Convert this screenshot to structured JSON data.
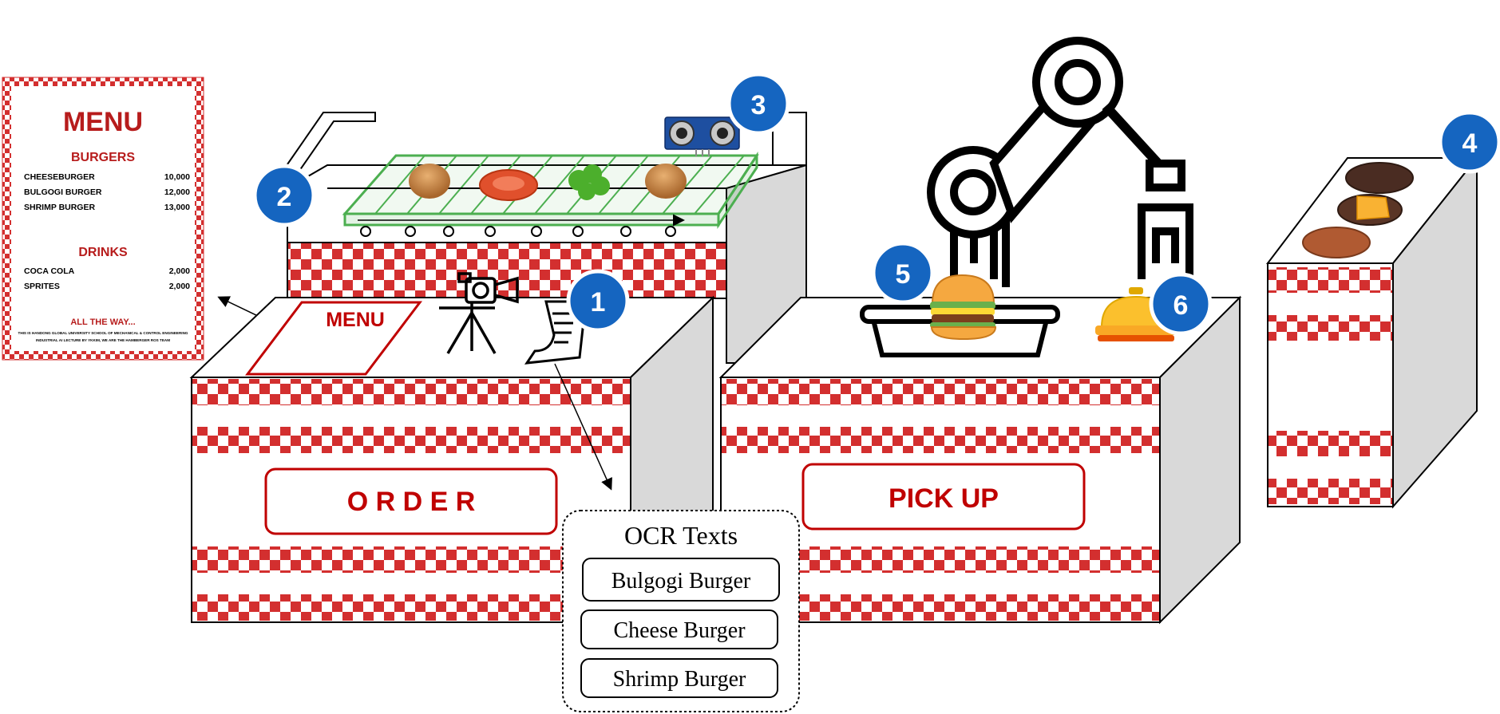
{
  "menu_card": {
    "title": "MENU",
    "burgers_heading": "BURGERS",
    "burgers": [
      {
        "name": "CHEESEBURGER",
        "price": "10,000"
      },
      {
        "name": "BULGOGI  BURGER",
        "price": "12,000"
      },
      {
        "name": "SHRIMP  BURGER",
        "price": "13,000"
      }
    ],
    "drinks_heading": "DRINKS",
    "drinks": [
      {
        "name": "COCA  COLA",
        "price": "2,000"
      },
      {
        "name": "SPRITES",
        "price": "2,000"
      }
    ],
    "footer_heading": "ALL THE WAY...",
    "footer_line1": "THIS IS HANDONG GLOBAL UNIVERSITY SCHOOL OF MECHANICAL & CONTROL ENGINEERING",
    "footer_line2": "INDUSTRIAL AI LECTURE BY YKKIM, WE ARE THE HAMBERGER ROS TEAM"
  },
  "counter_labels": {
    "menu_mat": "MENU",
    "order": "O R D E R",
    "pickup": "PICK UP"
  },
  "ocr_box": {
    "title": "OCR Texts",
    "items": [
      "Bulgogi Burger",
      "Cheese Burger",
      "Shrimp Burger"
    ]
  },
  "badges": [
    "1",
    "2",
    "3",
    "4",
    "5",
    "6"
  ],
  "colors": {
    "badge_fill": "#1565c0",
    "checker_red": "#d32f2f",
    "brand_red": "#c00000",
    "conveyor_green": "#4caf50",
    "box_side_gray": "#d9d9d9"
  },
  "icons": [
    "camera-tripod-icon",
    "receipt-icon",
    "ultrasonic-sensor-icon",
    "robot-arm-icon",
    "burger-tray-icon",
    "service-bell-icon",
    "patty-icon"
  ]
}
